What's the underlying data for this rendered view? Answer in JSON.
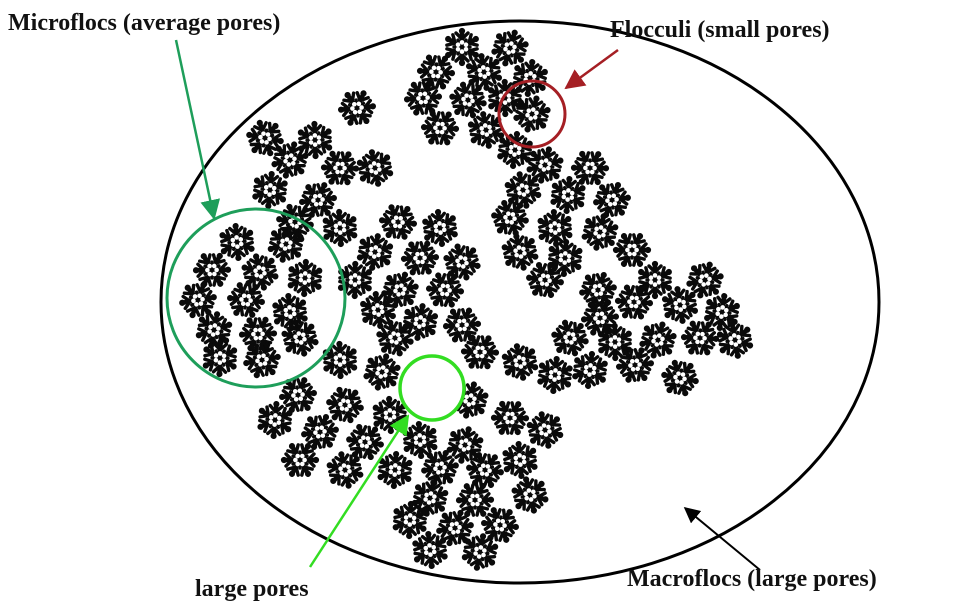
{
  "labels": {
    "microflocs": "Microflocs (average pores)",
    "flocculi": "Flocculi (small pores)",
    "large_pores": "large pores",
    "macroflocs": "Macroflocs (large pores)"
  },
  "colors": {
    "microflocs": "#1e9e5a",
    "flocculi": "#a51f24",
    "large_pores": "#33dd22",
    "macroflocs": "#000000",
    "flake": "#0a0a0a"
  },
  "icons": {
    "flake": "snowflake-icon"
  }
}
